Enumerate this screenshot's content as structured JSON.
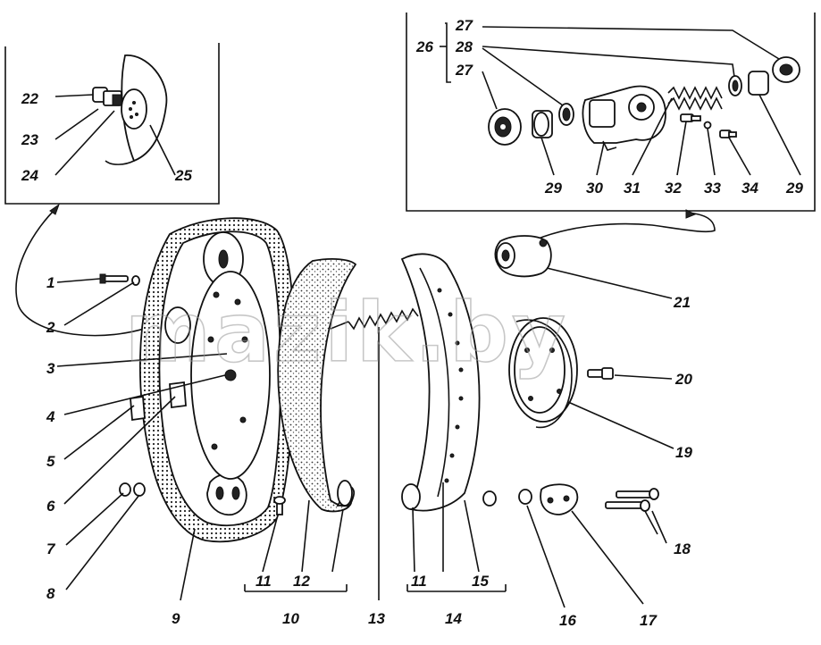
{
  "watermark": "mazik.by",
  "labels": {
    "l1": "1",
    "l2": "2",
    "l3": "3",
    "l4": "4",
    "l5": "5",
    "l6": "6",
    "l7": "7",
    "l8": "8",
    "l9": "9",
    "l10": "10",
    "l11a": "11",
    "l11b": "11",
    "l12": "12",
    "l13": "13",
    "l14": "14",
    "l15": "15",
    "l16": "16",
    "l17": "17",
    "l18": "18",
    "l19": "19",
    "l20": "20",
    "l21": "21",
    "l22": "22",
    "l23": "23",
    "l24": "24",
    "l25": "25",
    "l26": "26",
    "l27a": "27",
    "l27b": "27",
    "l28": "28",
    "l29a": "29",
    "l29b": "29",
    "l30": "30",
    "l31": "31",
    "l32": "32",
    "l33": "33",
    "l34": "34"
  }
}
